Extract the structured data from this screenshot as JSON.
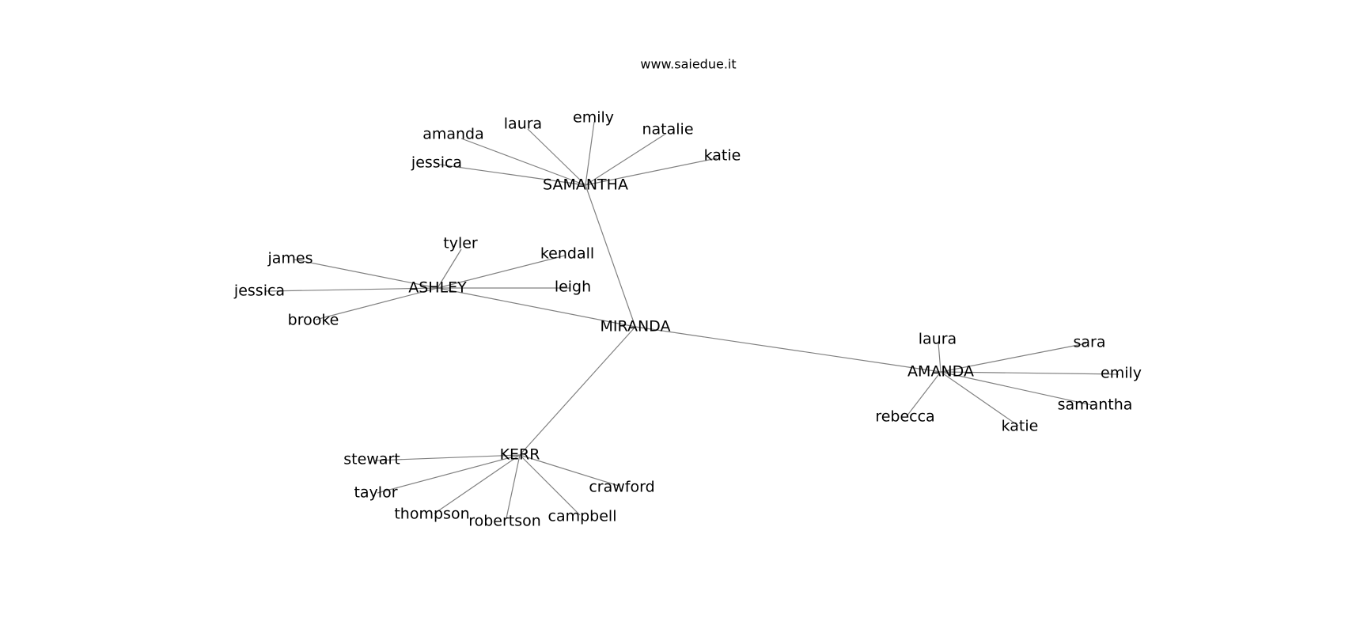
{
  "watermark": "www.saiedue.it",
  "colors": {
    "edge": "#808080",
    "text": "#000000",
    "background": "#ffffff"
  },
  "graph": {
    "nodes": [
      {
        "id": "miranda",
        "label": "MIRANDA"
      },
      {
        "id": "samantha",
        "label": "SAMANTHA"
      },
      {
        "id": "ashley",
        "label": "ASHLEY"
      },
      {
        "id": "amanda",
        "label": "AMANDA"
      },
      {
        "id": "kerr",
        "label": "KERR"
      },
      {
        "id": "s-amanda",
        "label": "amanda"
      },
      {
        "id": "s-laura",
        "label": "laura"
      },
      {
        "id": "s-emily",
        "label": "emily"
      },
      {
        "id": "s-natalie",
        "label": "natalie"
      },
      {
        "id": "s-katie",
        "label": "katie"
      },
      {
        "id": "s-jessica",
        "label": "jessica"
      },
      {
        "id": "a-tyler",
        "label": "tyler"
      },
      {
        "id": "a-kendall",
        "label": "kendall"
      },
      {
        "id": "a-james",
        "label": "james"
      },
      {
        "id": "a-jessica",
        "label": "jessica"
      },
      {
        "id": "a-leigh",
        "label": "leigh"
      },
      {
        "id": "a-brooke",
        "label": "brooke"
      },
      {
        "id": "m-laura",
        "label": "laura"
      },
      {
        "id": "m-sara",
        "label": "sara"
      },
      {
        "id": "m-emily",
        "label": "emily"
      },
      {
        "id": "m-samantha",
        "label": "samantha"
      },
      {
        "id": "m-rebecca",
        "label": "rebecca"
      },
      {
        "id": "m-katie",
        "label": "katie"
      },
      {
        "id": "k-stewart",
        "label": "stewart"
      },
      {
        "id": "k-taylor",
        "label": "taylor"
      },
      {
        "id": "k-thompson",
        "label": "thompson"
      },
      {
        "id": "k-robertson",
        "label": "robertson"
      },
      {
        "id": "k-campbell",
        "label": "campbell"
      },
      {
        "id": "k-crawford",
        "label": "crawford"
      }
    ],
    "edges": [
      [
        "miranda",
        "samantha"
      ],
      [
        "miranda",
        "ashley"
      ],
      [
        "miranda",
        "amanda"
      ],
      [
        "miranda",
        "kerr"
      ],
      [
        "samantha",
        "s-amanda"
      ],
      [
        "samantha",
        "s-laura"
      ],
      [
        "samantha",
        "s-emily"
      ],
      [
        "samantha",
        "s-natalie"
      ],
      [
        "samantha",
        "s-katie"
      ],
      [
        "samantha",
        "s-jessica"
      ],
      [
        "ashley",
        "a-tyler"
      ],
      [
        "ashley",
        "a-kendall"
      ],
      [
        "ashley",
        "a-james"
      ],
      [
        "ashley",
        "a-jessica"
      ],
      [
        "ashley",
        "a-leigh"
      ],
      [
        "ashley",
        "a-brooke"
      ],
      [
        "amanda",
        "m-laura"
      ],
      [
        "amanda",
        "m-sara"
      ],
      [
        "amanda",
        "m-emily"
      ],
      [
        "amanda",
        "m-samantha"
      ],
      [
        "amanda",
        "m-rebecca"
      ],
      [
        "amanda",
        "m-katie"
      ],
      [
        "kerr",
        "k-stewart"
      ],
      [
        "kerr",
        "k-taylor"
      ],
      [
        "kerr",
        "k-thompson"
      ],
      [
        "kerr",
        "k-robertson"
      ],
      [
        "kerr",
        "k-campbell"
      ],
      [
        "kerr",
        "k-crawford"
      ]
    ]
  }
}
